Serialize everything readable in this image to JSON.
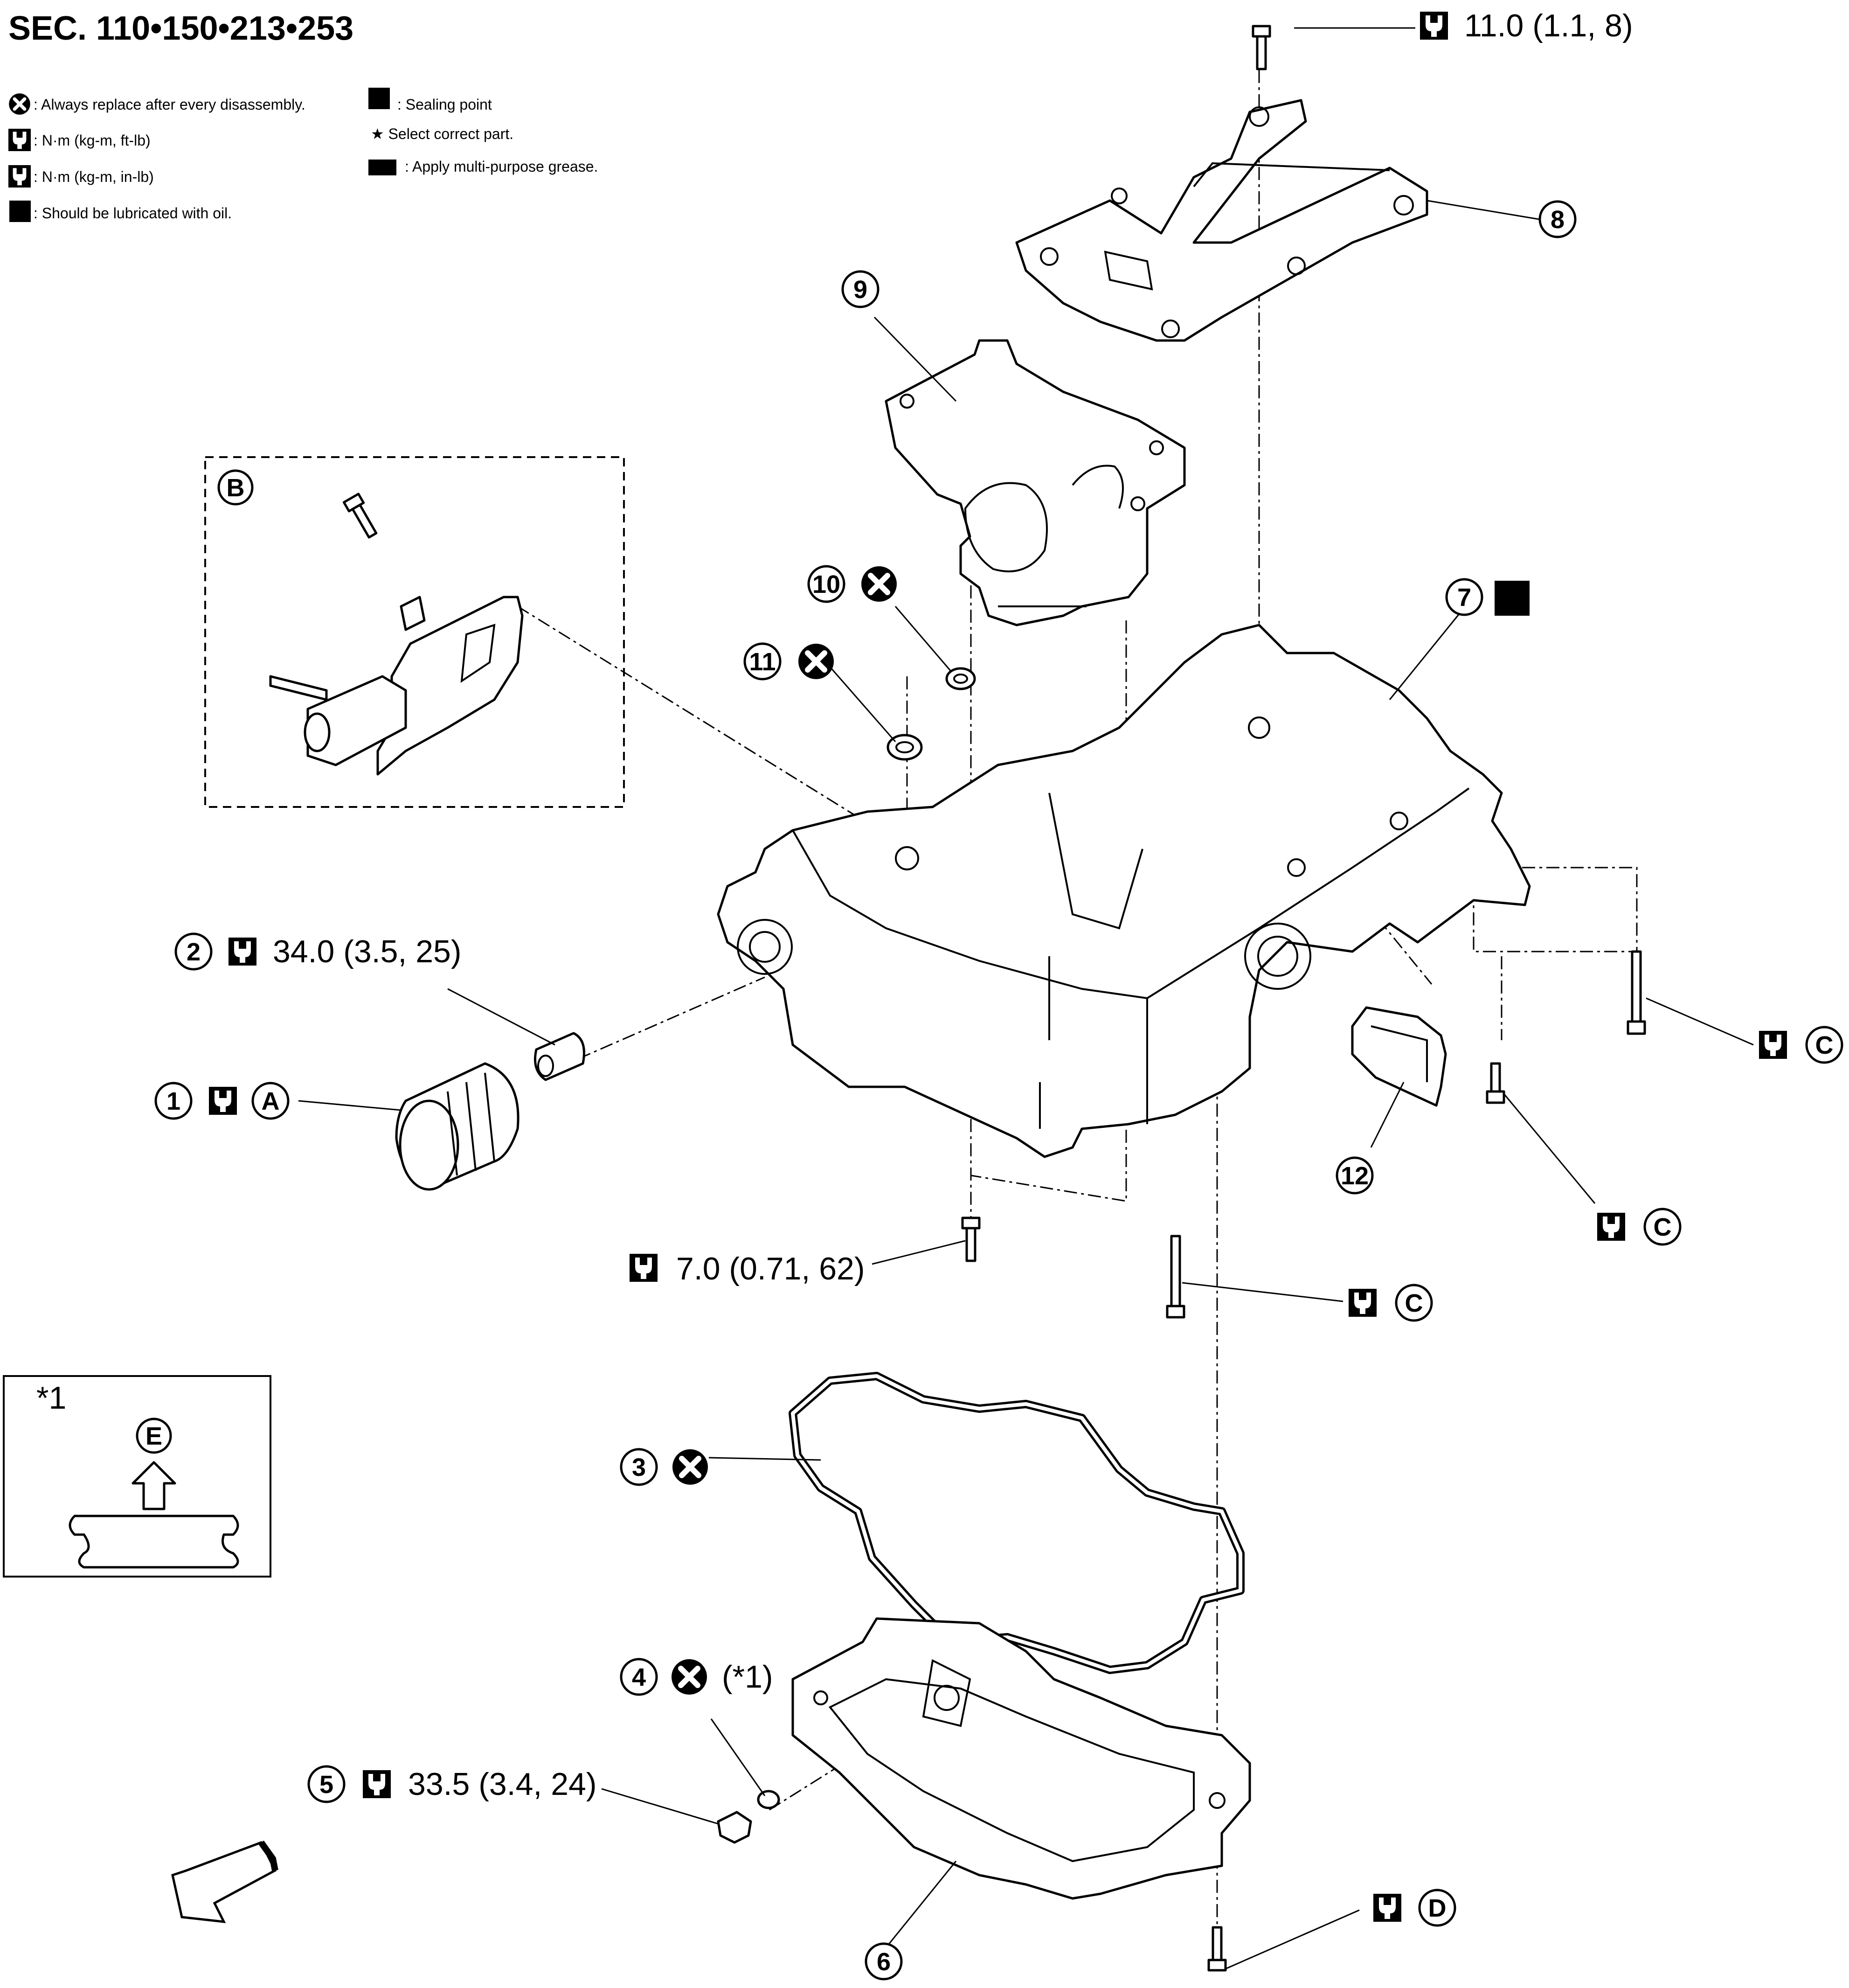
{
  "title": "SEC. 110•150•213•253",
  "legend": {
    "replace": ": Always replace after every disassembly.",
    "torque_ftlb": ": N·m (kg-m, ft-lb)",
    "torque_inlb": ": N·m (kg-m, in-lb)",
    "lubricate": ": Should be lubricated with oil.",
    "sealing": ": Sealing point",
    "select": "★ Select correct part.",
    "grease": ": Apply multi-purpose grease."
  },
  "callouts": {
    "n1": "1",
    "n2": "2",
    "n3": "3",
    "n4": "4",
    "n5": "5",
    "n6": "6",
    "n7": "7",
    "n8": "8",
    "n9": "9",
    "n10": "10",
    "n11": "11",
    "n12": "12",
    "A": "A",
    "B": "B",
    "C": "C",
    "D": "D",
    "E": "E"
  },
  "torques": {
    "t8": "11.0 (1.1, 8)",
    "t2": "34.0 (3.5, 25)",
    "t_stud": "7.0 (0.71, 62)",
    "t5": "33.5 (3.4, 24)"
  },
  "notes": {
    "ref1": "(*1)",
    "inset": "*1"
  }
}
